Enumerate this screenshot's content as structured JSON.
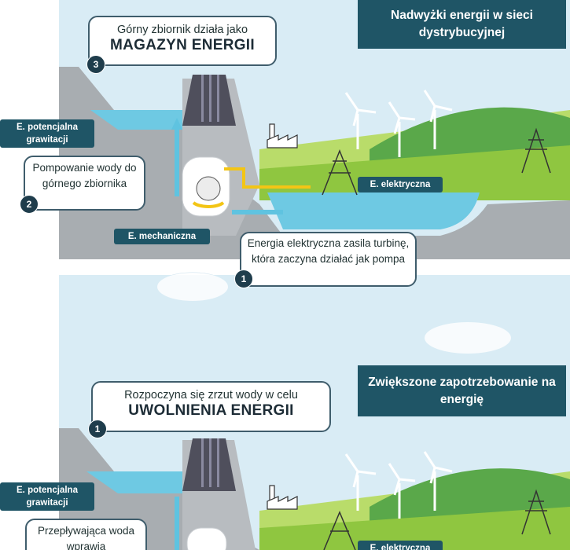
{
  "top": {
    "header": "Nadwyżki energii w sieci dystrybucyjnej",
    "bubble_main": {
      "line": "Górny zbiornik działa jako",
      "emphasis": "MAGAZYN ENERGII",
      "step": "3"
    },
    "bubble_pump": {
      "text": "Pompowanie wody do górnego zbiornika",
      "step": "2"
    },
    "bubble_electric": {
      "text": "Energia elektryczna zasila turbinę, która zaczyna działać jak pompa",
      "step": "1"
    },
    "label_potential": "E. potencjalna grawitacji",
    "label_mechanical": "E. mechaniczna",
    "label_electric": "E. elektryczna"
  },
  "bottom": {
    "header": "Zwiększone zapotrzebowanie na energię",
    "bubble_main": {
      "line": "Rozpoczyna się zrzut wody w celu",
      "emphasis": "UWOLNIENIA ENERGII",
      "step": "1"
    },
    "bubble_flow": {
      "text": "Przepływająca woda wprawia"
    },
    "label_potential": "E. potencjalna grawitacji",
    "label_electric": "E. elektryczna"
  },
  "colors": {
    "header": "#1f5566",
    "sky": "#d9ecf5",
    "mountain": "#a8adb1",
    "water": "#6ec9e3",
    "grass": "#8fc640",
    "hill": "#5aa84a",
    "arrow_blue": "#5fc3e0",
    "arrow_yellow": "#f3c515"
  }
}
